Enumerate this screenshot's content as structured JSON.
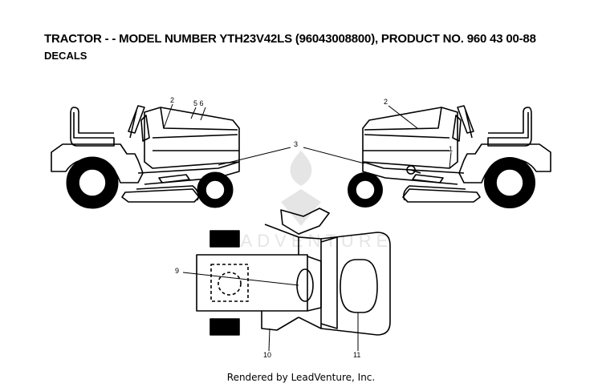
{
  "header": {
    "title": "TRACTOR - - MODEL NUMBER YTH23V42LS (96043008800), PRODUCT NO. 960 43 00-88",
    "subtitle": "DECALS"
  },
  "callouts": {
    "c1": "1",
    "c2_left": "2",
    "c2_right": "2",
    "c3": "3",
    "c5_6": "5 6",
    "c9": "9",
    "c10": "10",
    "c11": "11"
  },
  "watermark": {
    "text": "LEADVENTURE",
    "icon": "leadventure-flame-logo"
  },
  "footer": {
    "text": "Rendered by LeadVenture, Inc."
  },
  "colors": {
    "line": "#000000",
    "watermark": "#c8c8c8"
  }
}
